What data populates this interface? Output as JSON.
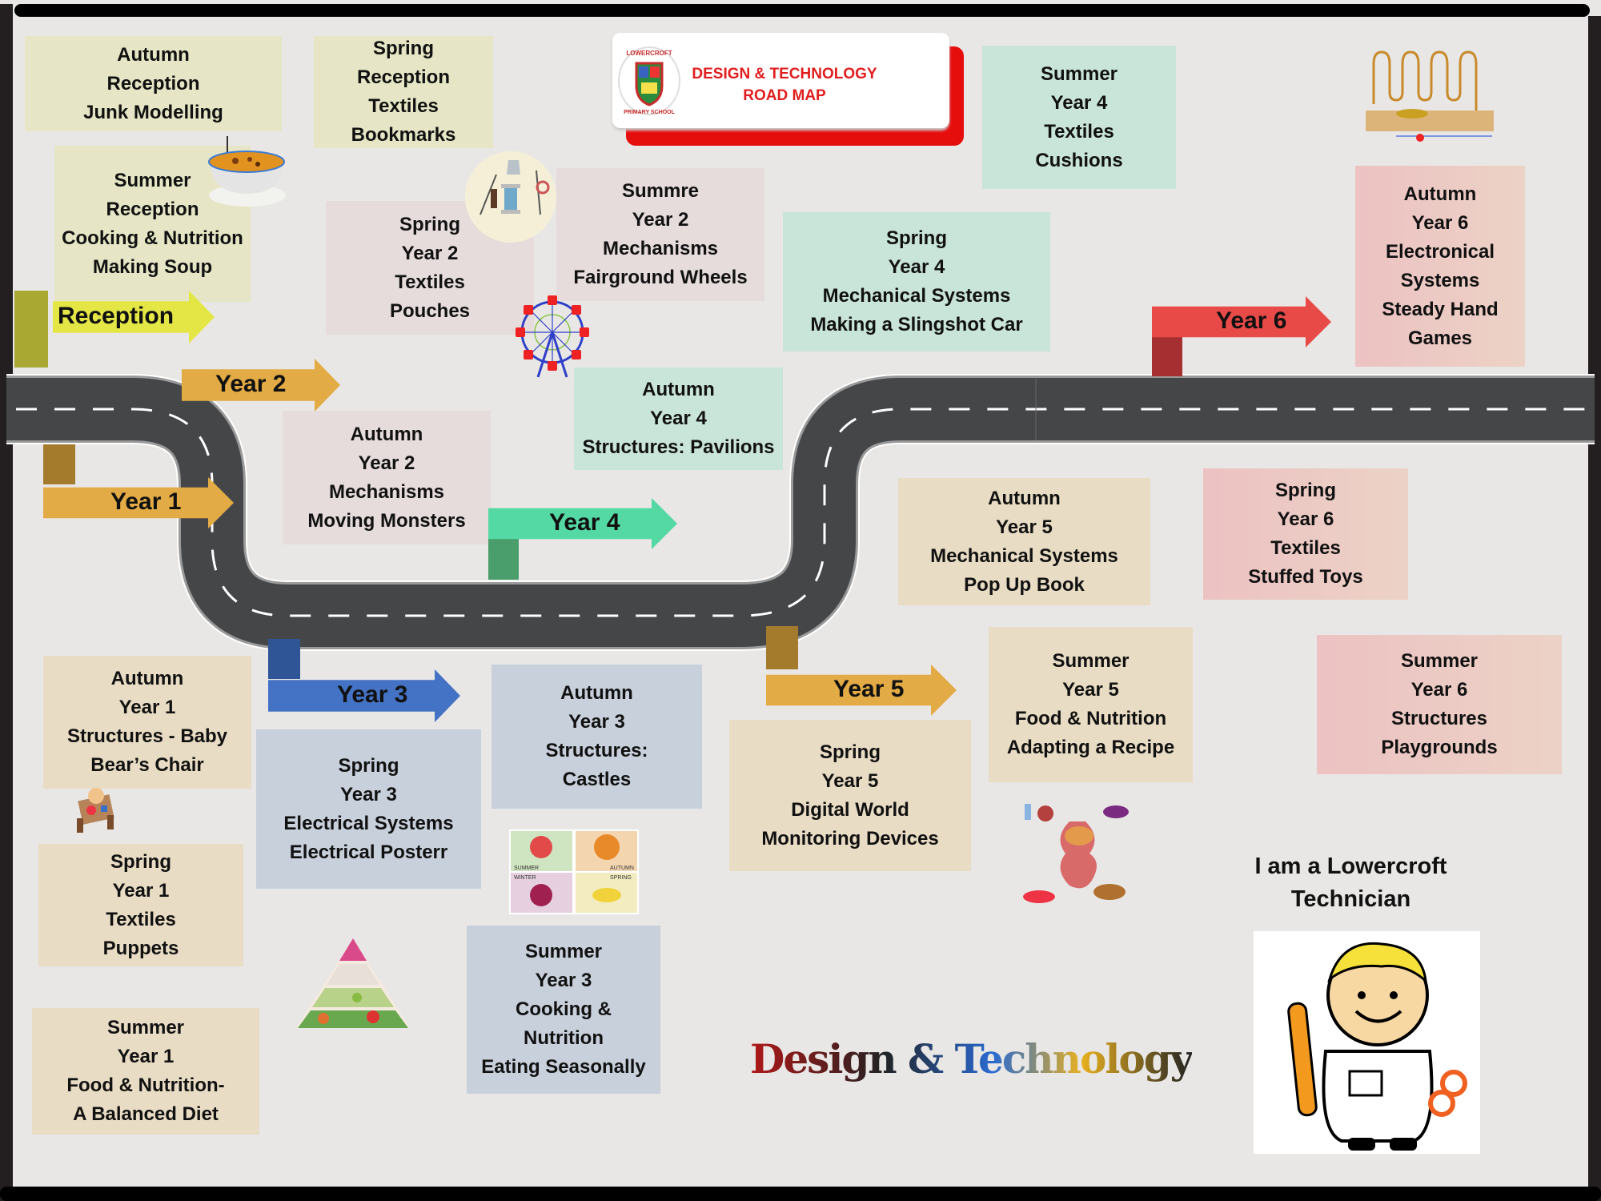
{
  "header": {
    "school_name": "LOWERCROFT PRIMARY SCHOOL",
    "title_line1": "DESIGN & TECHNOLOGY",
    "title_line2": "ROAD MAP"
  },
  "boxes": {
    "autumn_reception": {
      "lines": [
        "Autumn",
        "Reception",
        "Junk Modelling"
      ]
    },
    "spring_reception": {
      "lines": [
        "Spring",
        "Reception",
        "Textiles",
        "Bookmarks"
      ]
    },
    "summer_reception": {
      "lines": [
        "Summer",
        "Reception",
        "Cooking & Nutrition",
        "Making Soup"
      ]
    },
    "spring_year2": {
      "lines": [
        "Spring",
        "Year 2",
        "Textiles",
        "Pouches"
      ]
    },
    "summer_year2": {
      "lines": [
        "Summre",
        "Year 2",
        "Mechanisms",
        "Fairground Wheels"
      ]
    },
    "summer_year4": {
      "lines": [
        "Summer",
        "Year 4",
        "Textiles",
        "Cushions"
      ]
    },
    "spring_year4": {
      "lines": [
        "Spring",
        "Year 4",
        "Mechanical Systems",
        "Making a Slingshot Car"
      ]
    },
    "autumn_year4": {
      "lines": [
        "Autumn",
        "Year 4",
        "Structures: Pavilions"
      ]
    },
    "autumn_year6": {
      "lines": [
        "Autumn",
        "Year 6",
        "Electronical",
        "Systems",
        "Steady Hand",
        "Games"
      ]
    },
    "autumn_year2": {
      "lines": [
        "Autumn",
        "Year 2",
        "Mechanisms",
        "Moving Monsters"
      ]
    },
    "autumn_year5": {
      "lines": [
        "Autumn",
        "Year 5",
        "Mechanical Systems",
        "Pop Up Book"
      ]
    },
    "spring_year6": {
      "lines": [
        "Spring",
        "Year 6",
        "Textiles",
        "Stuffed Toys"
      ]
    },
    "summer_year5": {
      "lines": [
        "Summer",
        "Year 5",
        "Food & Nutrition",
        "Adapting a Recipe"
      ]
    },
    "summer_year6": {
      "lines": [
        "Summer",
        "Year 6",
        "Structures",
        "Playgrounds"
      ]
    },
    "autumn_year1": {
      "lines": [
        "Autumn",
        "Year 1",
        "Structures - Baby",
        "Bear’s Chair"
      ]
    },
    "spring_year3": {
      "lines": [
        "Spring",
        "Year 3",
        "Electrical Systems",
        "Electrical Posterr"
      ]
    },
    "autumn_year3": {
      "lines": [
        "Autumn",
        "Year 3",
        "Structures:",
        "Castles"
      ]
    },
    "spring_year5": {
      "lines": [
        "Spring",
        "Year 5",
        "Digital World",
        "Monitoring Devices"
      ]
    },
    "spring_year1": {
      "lines": [
        "Spring",
        "Year 1",
        "Textiles",
        "Puppets"
      ]
    },
    "summer_year3": {
      "lines": [
        "Summer",
        "Year 3",
        "Cooking &",
        "Nutrition",
        "Eating Seasonally"
      ]
    },
    "summer_year1": {
      "lines": [
        "Summer",
        "Year 1",
        "Food & Nutrition-",
        "A Balanced Diet"
      ]
    }
  },
  "arrows": {
    "reception": {
      "label": "Reception",
      "color": "#e4e646",
      "stem": "#a9a833"
    },
    "year1": {
      "label": "Year 1",
      "color": "#e3ab45",
      "stem": "#a47a2d"
    },
    "year2": {
      "label": "Year 2",
      "color": "#e3ab45",
      "stem": "#a47a2d"
    },
    "year3": {
      "label": "Year 3",
      "color": "#4472c4",
      "stem": "#2f5597"
    },
    "year4": {
      "label": "Year 4",
      "color": "#55d9a4",
      "stem": "#4a9e6c"
    },
    "year5": {
      "label": "Year 5",
      "color": "#e3ab45",
      "stem": "#a47a2d"
    },
    "year6": {
      "label": "Year 6",
      "color": "#e84a48",
      "stem": "#a62f31"
    }
  },
  "season_labels": [
    "SUMMER",
    "AUTUMN",
    "WINTER",
    "SPRING"
  ],
  "technician": {
    "title_line1": "I am a Lowercroft",
    "title_line2": "Technician"
  },
  "footer_logo": "Design & Technology"
}
